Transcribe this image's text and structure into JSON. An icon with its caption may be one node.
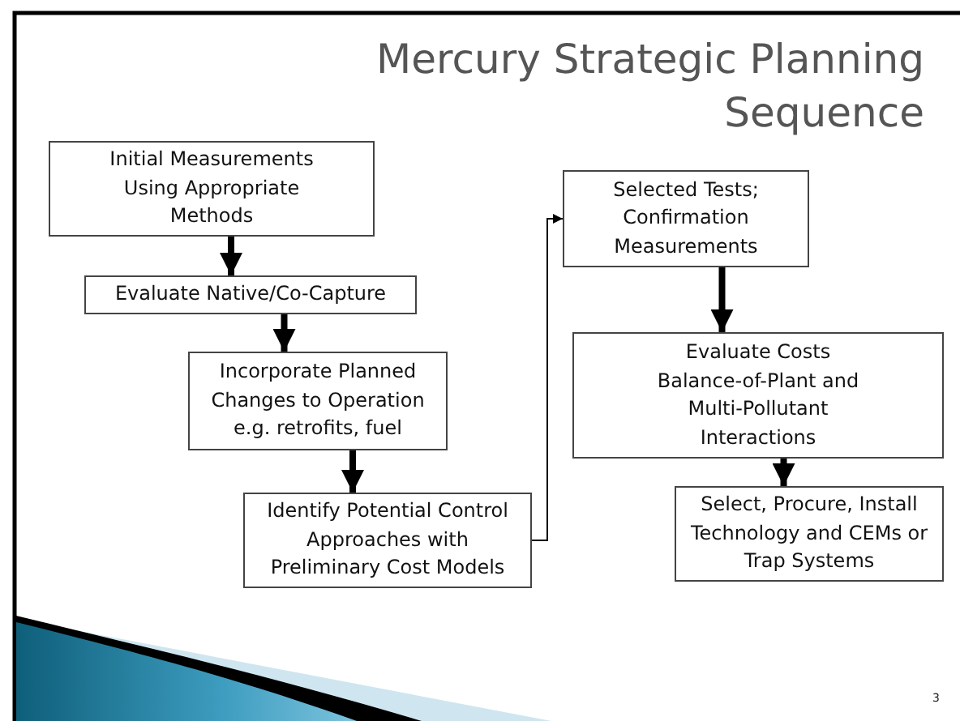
{
  "diagram": {
    "title": "Mercury Strategic Planning Sequence",
    "nodes": [
      {
        "text": [
          "Initial Measurements Using Appropriate Methods"
        ]
      },
      {
        "text": [
          "Evaluate Native/Co-Capture"
        ]
      },
      {
        "text": [
          "Incorporate Planned Changes to Operation e.g. retrofits, fuel"
        ]
      },
      {
        "text": [
          "Identify Potential Control Approaches with Preliminary Cost Models"
        ]
      },
      {
        "text": [
          "Selected Tests; Confirmation Measurements"
        ]
      },
      {
        "text": [
          "Evaluate Costs Balance-of-Plant and Multi-Pollutant Interactions"
        ]
      },
      {
        "text": [
          "Select, Procure, Install Technology and CEMs or Trap Systems"
        ]
      }
    ],
    "edges": [
      {
        "from": 0,
        "to": 1,
        "arrow": "to"
      },
      {
        "from": 1,
        "to": 2,
        "arrow": "to"
      },
      {
        "from": 2,
        "to": 3,
        "arrow": "to"
      },
      {
        "from": 3,
        "to": 4,
        "arrow": "to"
      },
      {
        "from": 4,
        "to": 5,
        "arrow": "to"
      },
      {
        "from": 5,
        "to": 6,
        "arrow": "to"
      }
    ],
    "labels": [
      "3"
    ]
  }
}
